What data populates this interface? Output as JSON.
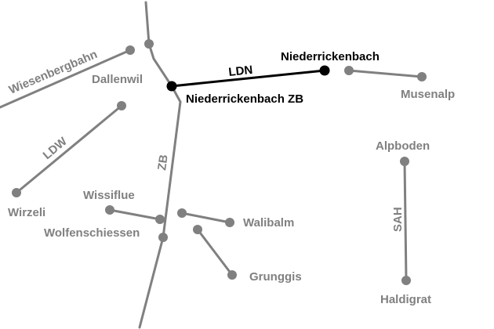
{
  "colors": {
    "inactive": "#808080",
    "highlight": "#000000",
    "background": "#ffffff"
  },
  "lines": {
    "zb": "ZB",
    "ldn": "LDN",
    "ldw": "LDW",
    "sah": "SAH",
    "wiesenbergbahn": "Wiesenbergbahn"
  },
  "stations": {
    "dallenwil": "Dallenwil",
    "niederrickenbach_zb": "Niederrickenbach ZB",
    "niederrickenbach": "Niederrickenbach",
    "musenalp": "Musenalp",
    "wirzeli": "Wirzeli",
    "wissiflue": "Wissiflue",
    "wolfenschiessen": "Wolfenschiessen",
    "walibalm": "Walibalm",
    "grunggis": "Grunggis",
    "alpboden": "Alpboden",
    "haldigrat": "Haldigrat"
  }
}
